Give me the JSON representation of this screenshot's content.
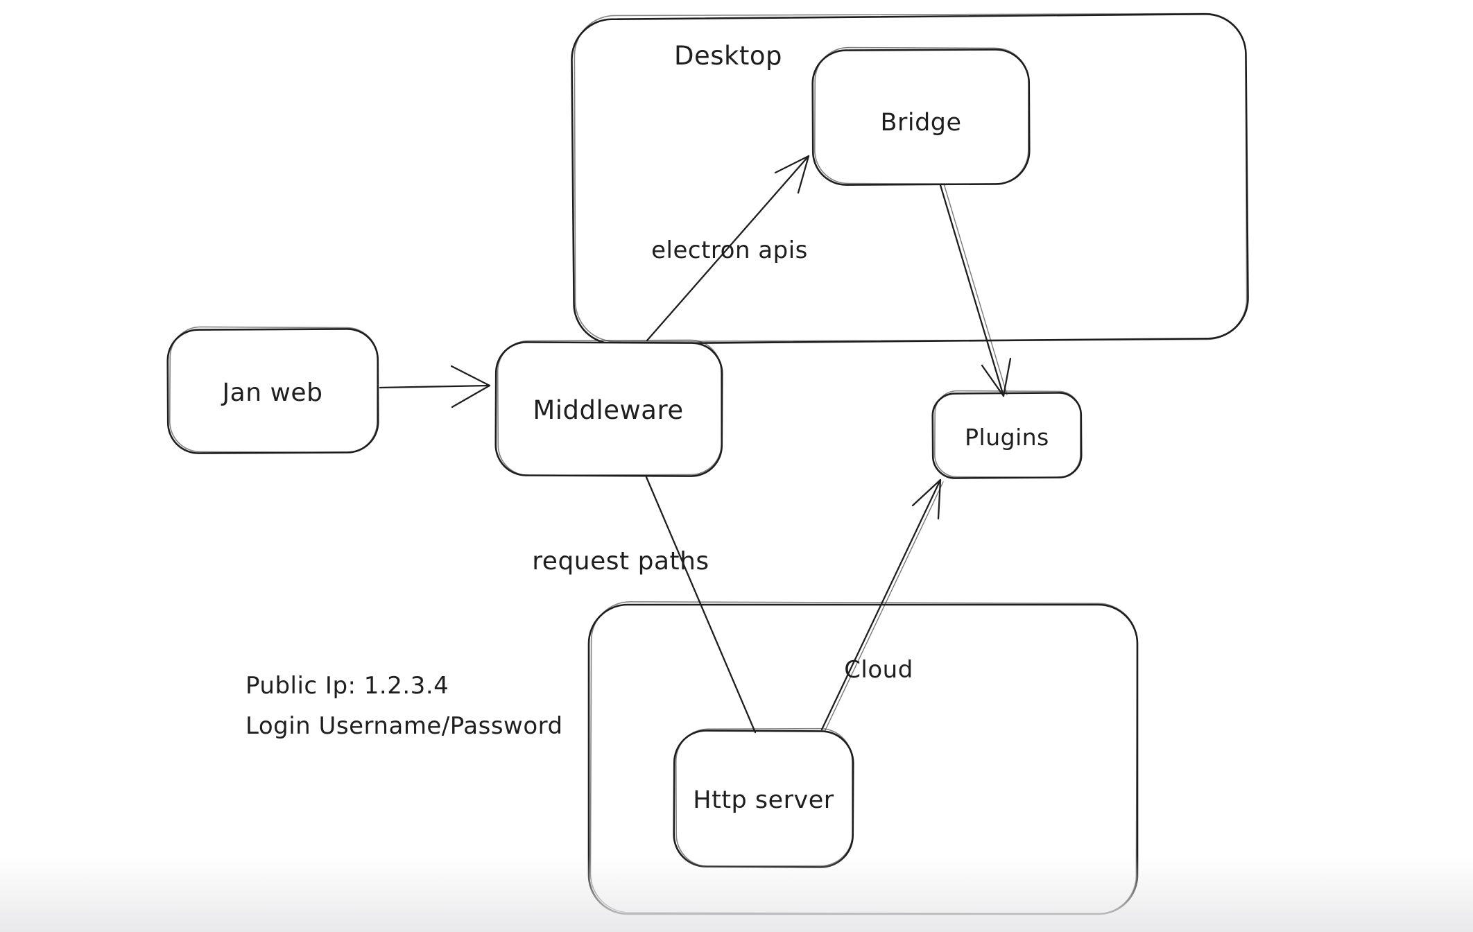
{
  "canvas": {
    "background": "#ffffff",
    "stroke_color": "#1e1e1e",
    "text_color": "#1e1e1e",
    "bottom_fade_color": "#e9e9eb"
  },
  "containers": {
    "desktop": {
      "label": "Desktop"
    },
    "cloud": {
      "label": "Cloud"
    }
  },
  "nodes": {
    "jan_web": {
      "label": "Jan web"
    },
    "middleware": {
      "label": "Middleware"
    },
    "bridge": {
      "label": "Bridge"
    },
    "plugins": {
      "label": "Plugins"
    },
    "http_server": {
      "label": "Http server"
    }
  },
  "edges": {
    "janweb_to_middleware": {
      "label": ""
    },
    "middleware_to_bridge": {
      "label": "electron apis"
    },
    "bridge_to_plugins": {
      "label": ""
    },
    "middleware_to_httpserver": {
      "label": "request paths"
    },
    "httpserver_to_plugins": {
      "label": ""
    }
  },
  "notes": {
    "public_ip": "Public Ip: 1.2.3.4",
    "login": "Login Username/Password"
  }
}
